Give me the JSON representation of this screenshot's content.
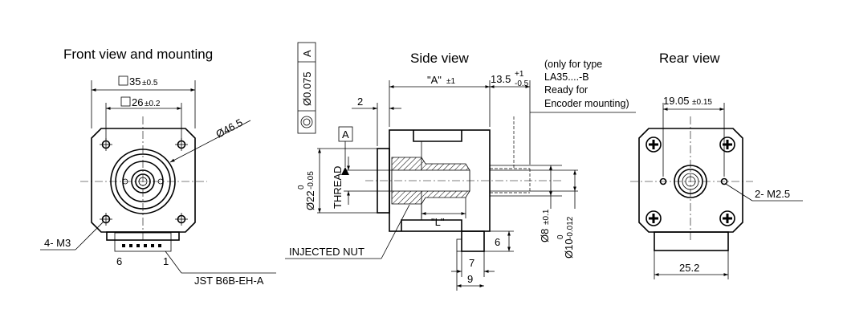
{
  "titles": {
    "front": "Front view and mounting",
    "side": "Side view",
    "rear": "Rear view"
  },
  "front": {
    "dim_square_outer": "35",
    "dim_square_outer_tol": "±0.5",
    "dim_square_inner": "26",
    "dim_square_inner_tol": "±0.2",
    "dim_diameter": "Ø46.5",
    "holes_label": "4- M3",
    "connector_pin_6": "6",
    "connector_pin_1": "1",
    "connector_label": "JST B6B-EH-A"
  },
  "side": {
    "flatness_value": "Ø0.075",
    "flatness_ref": "A",
    "datum_label": "A",
    "dim_2": "2",
    "dim_A": "\"A\"",
    "dim_A_tol": "±1",
    "dim_13_5": "13.5",
    "dim_13_5_tol_upper": "+1",
    "dim_13_5_tol_lower": "-0.5",
    "note_line_1": "(only for type",
    "note_line_2": "LA35....-B",
    "note_line_3": "Ready for",
    "note_line_4": "Encoder mounting)",
    "dim_22": "Ø22",
    "dim_22_tol_upper": "0",
    "dim_22_tol_lower": "-0.05",
    "thread_label": "THREAD",
    "dim_L": "\"L\"",
    "dim_8": "Ø8",
    "dim_8_tol": "±0.1",
    "dim_10": "Ø10",
    "dim_10_tol_upper": "0",
    "dim_10_tol_lower": "-0.012",
    "dim_6": "6",
    "dim_7": "7",
    "dim_9": "9",
    "injected_nut_label": "INJECTED NUT"
  },
  "rear": {
    "dim_19_05": "19.05",
    "dim_19_05_tol": "±0.15",
    "holes_label": "2- M2.5",
    "dim_25_2": "25.2"
  }
}
